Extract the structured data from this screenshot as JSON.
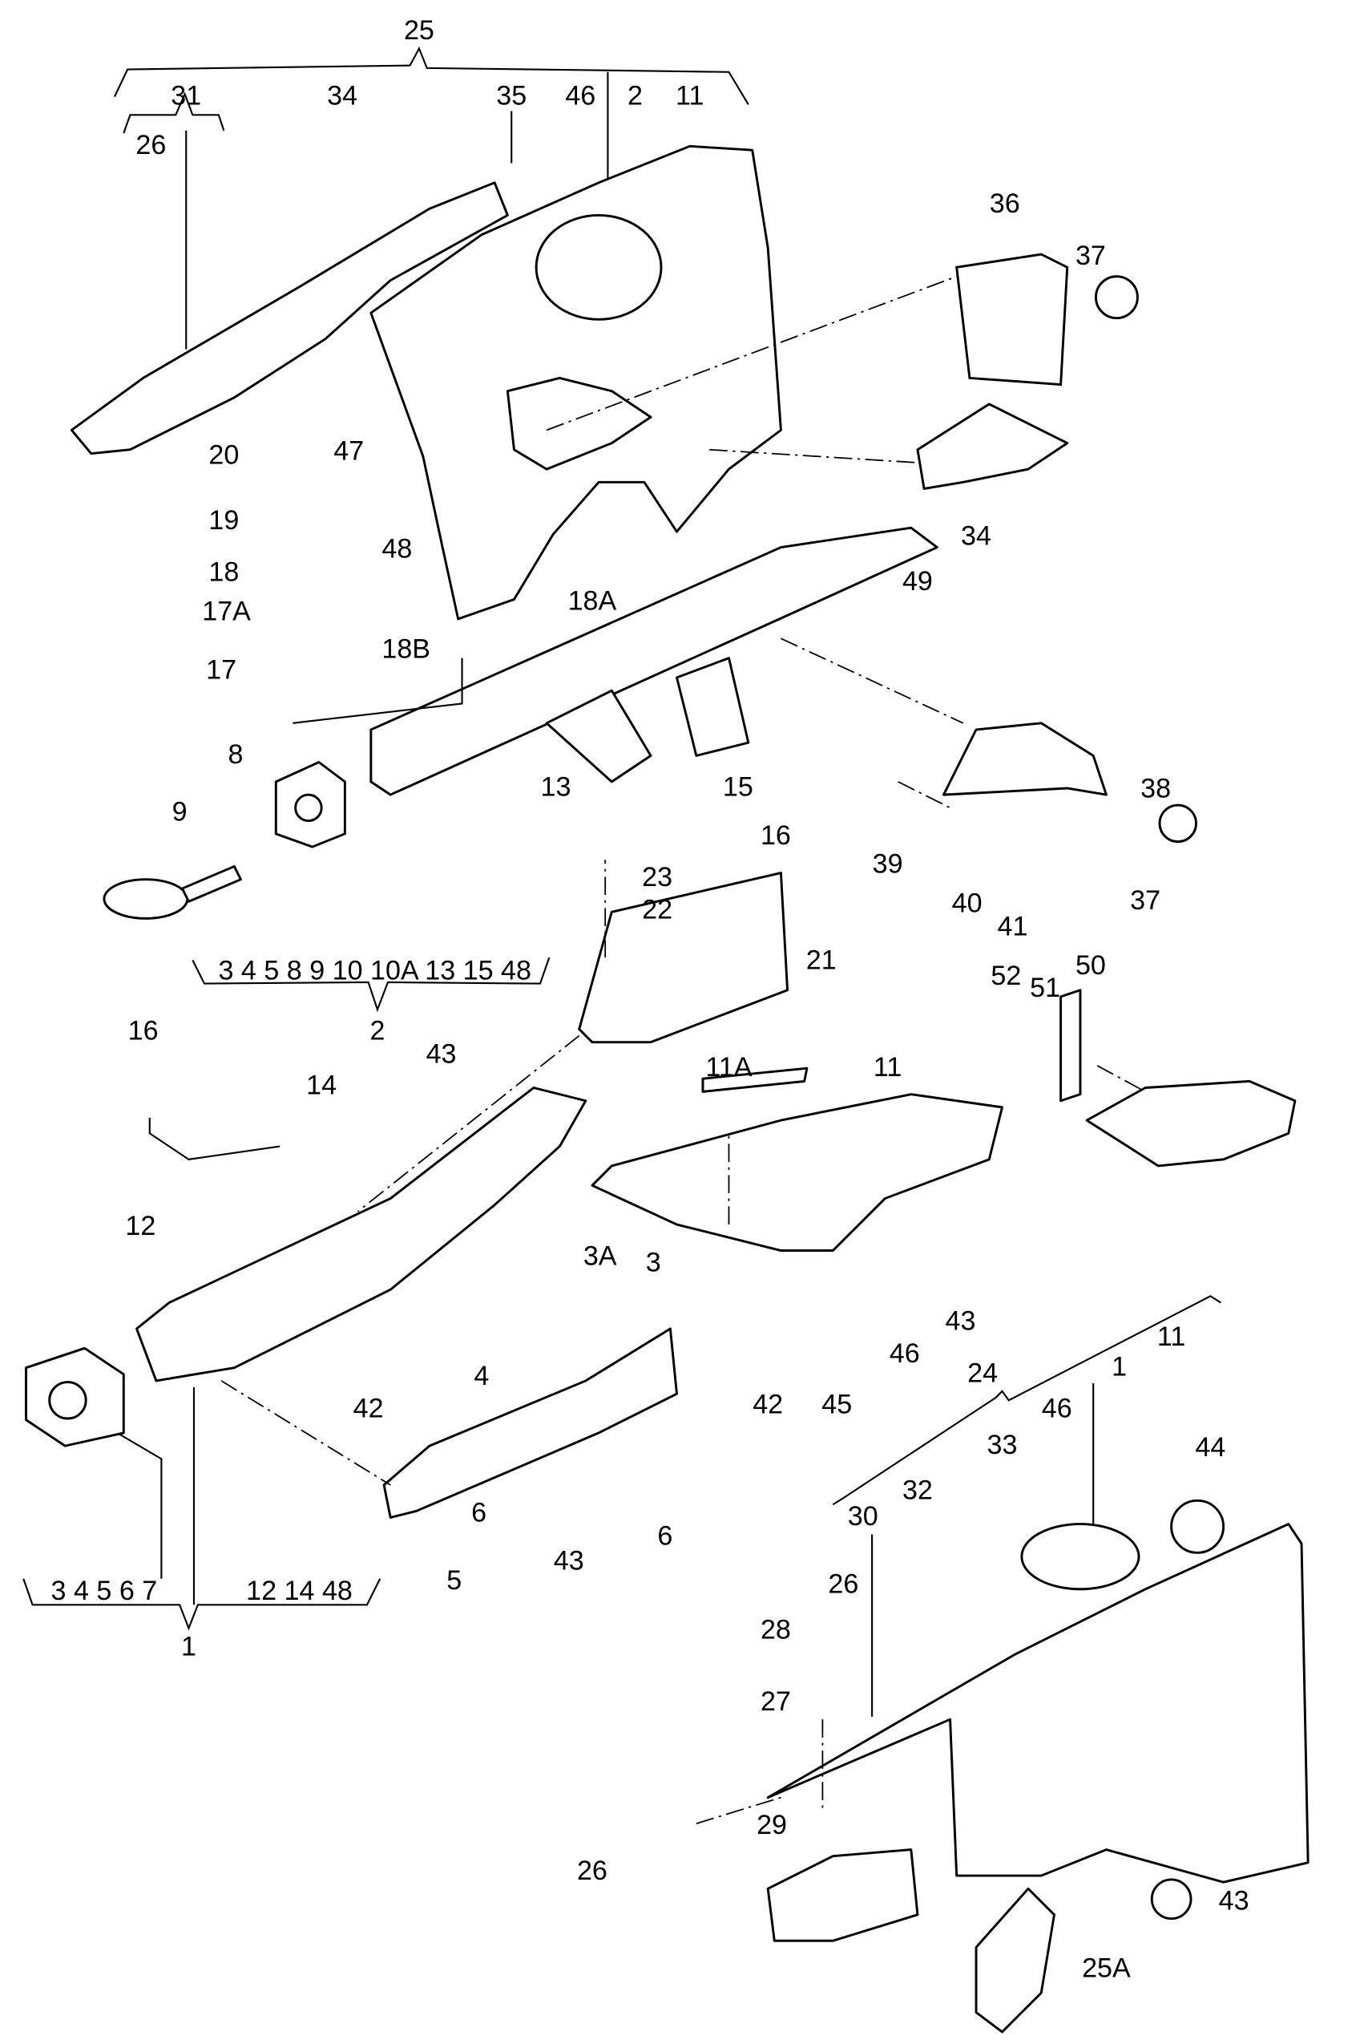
{
  "diagram": {
    "callouts": {
      "c25": "25",
      "c31": "31",
      "c34a": "34",
      "c35": "35",
      "c46a": "46",
      "c2a": "2",
      "c11a": "11",
      "c26a": "26",
      "c36": "36",
      "c37a": "37",
      "c20": "20",
      "c47": "47",
      "c19": "19",
      "c48": "48",
      "c34b": "34",
      "c18": "18",
      "c18A": "18A",
      "c49": "49",
      "c17A": "17A",
      "c18B": "18B",
      "c17": "17",
      "c8": "8",
      "c13": "13",
      "c15": "15",
      "c38": "38",
      "c9": "9",
      "c16a": "16",
      "c39": "39",
      "c37b": "37",
      "c23": "23",
      "c22": "22",
      "c40": "40",
      "c41": "41",
      "group2_list": "3 4 5 8 9 10 10A 13 15 48",
      "c2b": "2",
      "c21": "21",
      "c52": "52",
      "c51": "51",
      "c50": "50",
      "c16b": "16",
      "c43a": "43",
      "c14": "14",
      "c11A": "11A",
      "c11b": "11",
      "c12": "12",
      "c3A": "3A",
      "c3": "3",
      "c42a": "42",
      "c4": "4",
      "c42b": "42",
      "c45": "45",
      "c46b": "46",
      "c43b": "43",
      "c24": "24",
      "c1a": "1",
      "c46c": "46",
      "c11c": "11",
      "c6a": "6",
      "c43c": "43",
      "c6b": "6",
      "c5": "5",
      "group1_list_a": "3 4 5 6 7",
      "group1_list_b": "12 14 48",
      "c1b": "1",
      "c44": "44",
      "c33": "33",
      "c32": "32",
      "c30": "30",
      "c26b": "26",
      "c28": "28",
      "c27": "27",
      "c29": "29",
      "c26c": "26",
      "c43d": "43",
      "c25A": "25A"
    }
  }
}
